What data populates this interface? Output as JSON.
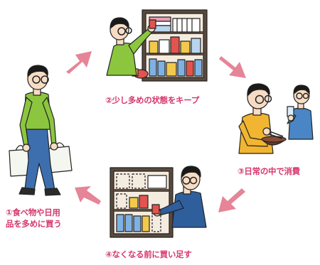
{
  "colors": {
    "label_text": "#d6386e",
    "arrow": "#e58597",
    "skin": "#f7dcc4",
    "hair": "#1a1a1a",
    "green_shirt": "#8cc63f",
    "blue_shirt": "#4a86c5",
    "navy_shirt": "#2f5e9d",
    "jeans": "#3d6fae",
    "yellow_shirt": "#f1b531",
    "shelf_frame": "#5a4a3d",
    "shelf_inside": "#f5ece0",
    "bag": "#f4f6f0"
  },
  "steps": [
    {
      "lines": [
        "①食べ物や日用",
        "品を多めに買う"
      ]
    },
    {
      "lines": [
        "②少し多めの状態をキープ"
      ]
    },
    {
      "lines": [
        "③日常の中で消費"
      ]
    },
    {
      "lines": [
        "④なくなる前に買い足す"
      ]
    }
  ],
  "icons": {
    "shopping": "shopping-person-icon",
    "full_shelf": "full-shelf-icon",
    "eating": "eating-person-icon",
    "refill": "refill-shelf-icon"
  }
}
